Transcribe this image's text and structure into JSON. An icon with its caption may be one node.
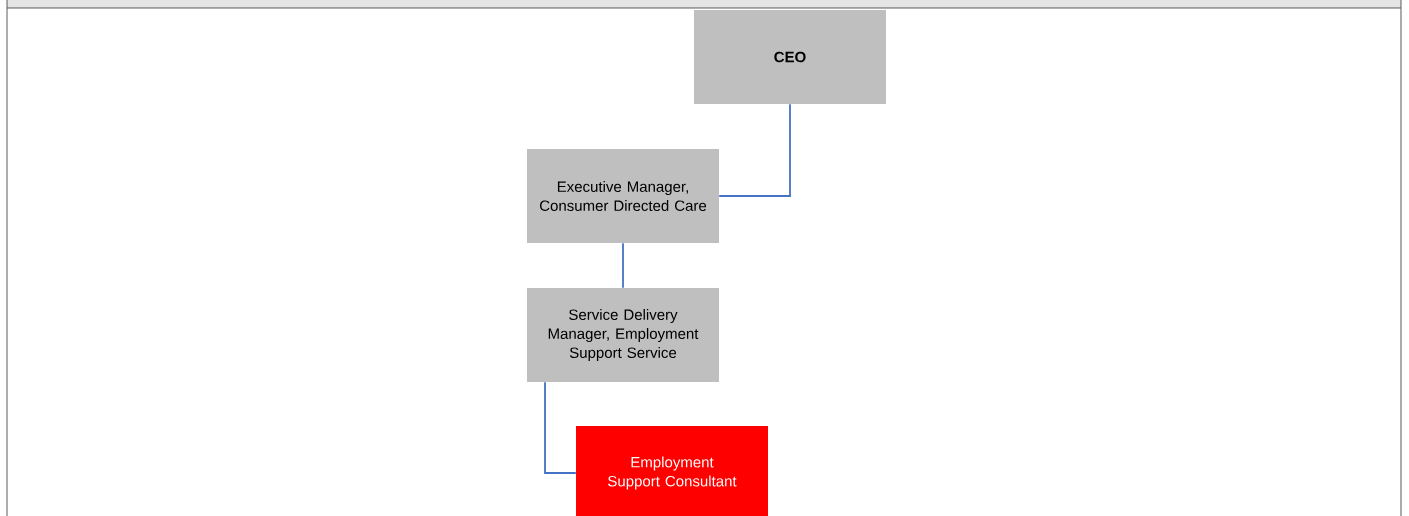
{
  "diagram": {
    "nodes": [
      {
        "text": [
          "CEO"
        ]
      },
      {
        "text": [
          "Executive Manager, Consumer Directed Care"
        ]
      },
      {
        "text": [
          "Service Delivery Manager, Employment Support Service"
        ]
      },
      {
        "text": [
          "Employment Support Consultant"
        ]
      }
    ],
    "edges": [
      {
        "from": 0,
        "to": 1,
        "arrow": "none"
      },
      {
        "from": 1,
        "to": 2,
        "arrow": "none"
      },
      {
        "from": 2,
        "to": 3,
        "arrow": "none"
      }
    ]
  }
}
